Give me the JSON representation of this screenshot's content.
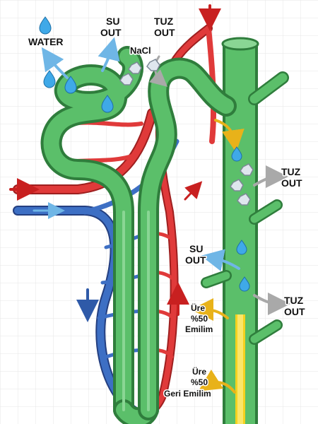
{
  "labels": {
    "water": "WATER",
    "su_out_top_1": "SU",
    "su_out_top_2": "OUT",
    "tuz_out_top_1": "TUZ",
    "tuz_out_top_2": "OUT",
    "nacl": "NaCl",
    "tuz_out_right_1": "TUZ",
    "tuz_out_right_2": "OUT",
    "su_out_mid_1": "SU",
    "su_out_mid_2": "OUT",
    "tuz_out_low_1": "TUZ",
    "tuz_out_low_2": "OUT",
    "ure_emilim_1": "Üre",
    "ure_emilim_2": "%50",
    "ure_emilim_3": "Emilim",
    "ure_geri_1": "Üre",
    "ure_geri_2": "%50",
    "ure_geri_3": "Geri Emilim"
  },
  "colors": {
    "tubule": "#5bbf6a",
    "tubule_dark": "#2f7d3c",
    "artery": "#e03a3a",
    "artery_dark": "#9e1f1f",
    "vein": "#3d6fc4",
    "vein_dark": "#243f80",
    "water_drop": "#3fa9e8",
    "salt_crystal": "#dfe6ee",
    "urea": "#f4d21f",
    "arrow_flow": "#e8b21a",
    "grid": "#e6e6e6"
  },
  "icons": [
    "water-drop-icon",
    "salt-crystal-icon",
    "flow-arrow-icon"
  ]
}
